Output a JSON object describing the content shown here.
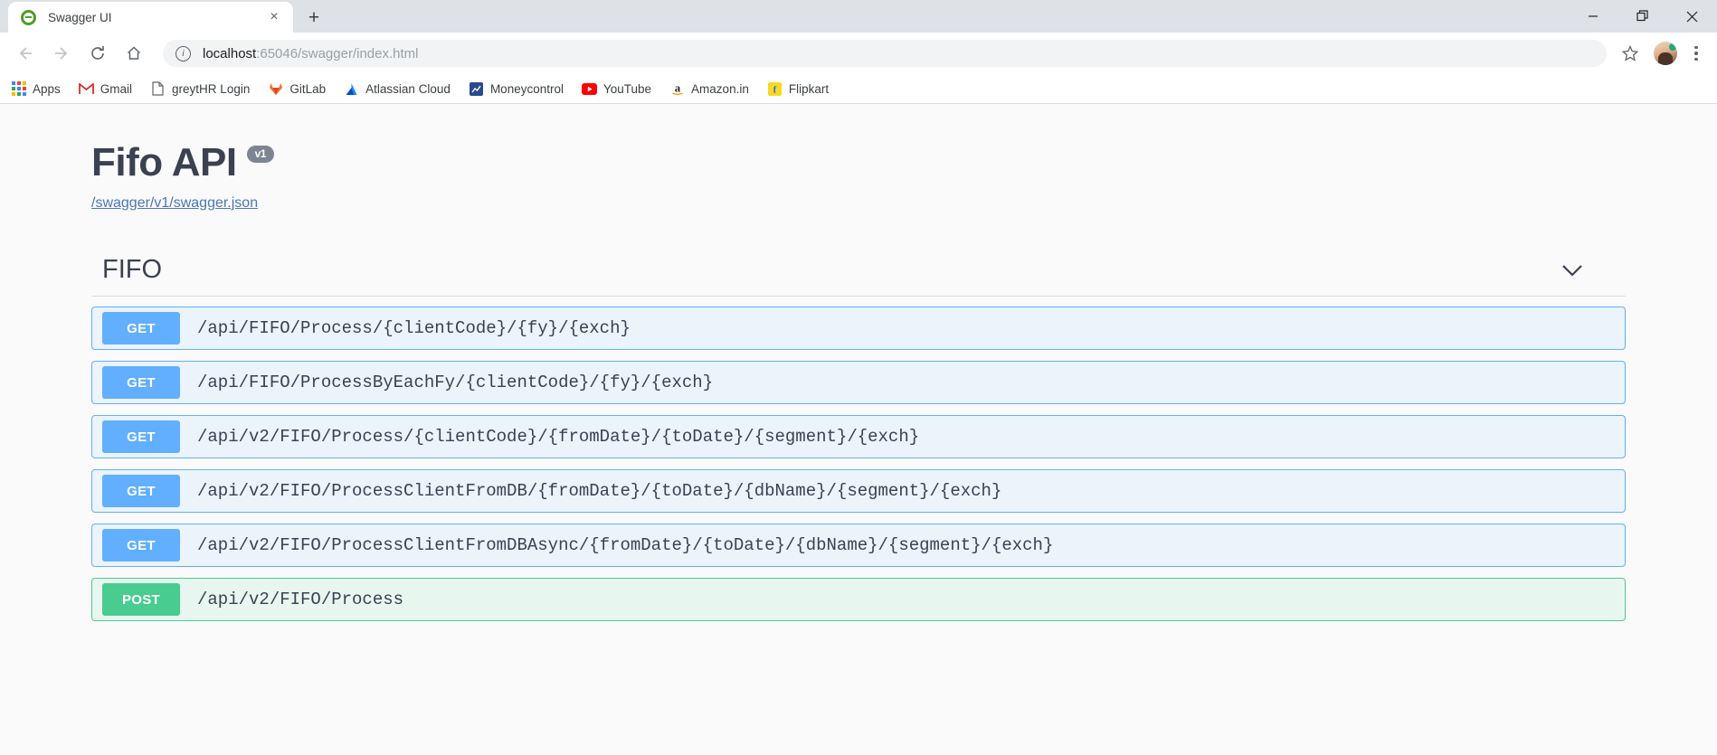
{
  "browser": {
    "tab": {
      "title": "Swagger UI",
      "favicon_name": "swagger-favicon",
      "close_label": "×"
    },
    "new_tab_label": "+",
    "window_controls": {
      "minimize": "—",
      "restore": "❐",
      "close": "✕"
    },
    "nav": {
      "back": "←",
      "forward": "→",
      "reload": "↻",
      "home": "⌂"
    },
    "omnibox": {
      "info_glyph": "i",
      "url_host": "localhost",
      "url_rest": ":65046/swagger/index.html",
      "url_full": "localhost:65046/swagger/index.html"
    },
    "star_label": "☆",
    "bookmarks": [
      {
        "label": "Apps",
        "icon": "apps-grid-icon"
      },
      {
        "label": "Gmail",
        "icon": "gmail-icon",
        "glyph": "M",
        "color": "#d93025"
      },
      {
        "label": "greytHR Login",
        "icon": "document-icon",
        "glyph": "❐",
        "color": "#5f6368"
      },
      {
        "label": "GitLab",
        "icon": "gitlab-icon",
        "glyph": "▼",
        "color": "#fc6d26"
      },
      {
        "label": "Atlassian Cloud",
        "icon": "atlassian-icon",
        "glyph": "▲",
        "color": "#2684ff"
      },
      {
        "label": "Moneycontrol",
        "icon": "moneycontrol-icon",
        "glyph": "↗",
        "color": "#ffffff"
      },
      {
        "label": "YouTube",
        "icon": "youtube-icon",
        "glyph": "▶",
        "color": "#ffffff"
      },
      {
        "label": "Amazon.in",
        "icon": "amazon-icon",
        "glyph": "a",
        "color": "#232f3e"
      },
      {
        "label": "Flipkart",
        "icon": "flipkart-icon",
        "glyph": "f",
        "color": "#2874f0"
      }
    ]
  },
  "swagger": {
    "title": "Fifo API",
    "version_badge": "v1",
    "spec_link": "/swagger/v1/swagger.json",
    "tag": {
      "name": "FIFO",
      "chevron_icon": "chevron-down-icon"
    },
    "operations": [
      {
        "verb": "GET",
        "path": "/api/FIFO/Process/{clientCode}/{fy}/{exch}"
      },
      {
        "verb": "GET",
        "path": "/api/FIFO/ProcessByEachFy/{clientCode}/{fy}/{exch}"
      },
      {
        "verb": "GET",
        "path": "/api/v2/FIFO/Process/{clientCode}/{fromDate}/{toDate}/{segment}/{exch}"
      },
      {
        "verb": "GET",
        "path": "/api/v2/FIFO/ProcessClientFromDB/{fromDate}/{toDate}/{dbName}/{segment}/{exch}"
      },
      {
        "verb": "GET",
        "path": "/api/v2/FIFO/ProcessClientFromDBAsync/{fromDate}/{toDate}/{dbName}/{segment}/{exch}"
      },
      {
        "verb": "POST",
        "path": "/api/v2/FIFO/Process"
      }
    ]
  },
  "colors": {
    "get": "#61affe",
    "post": "#49cc90",
    "title": "#3b4151",
    "link": "#4a76b8",
    "badge": "#7d8492"
  }
}
